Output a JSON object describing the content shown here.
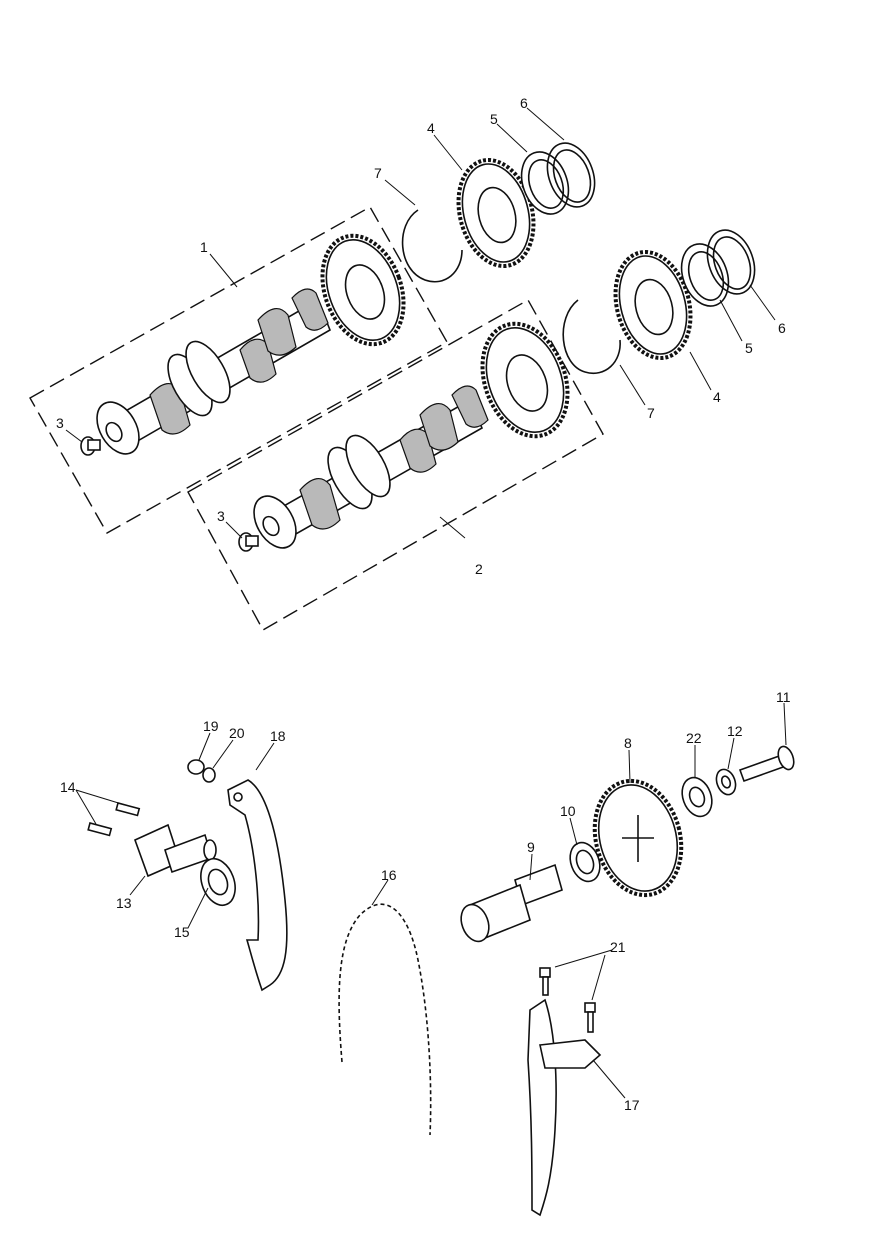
{
  "diagram": {
    "callouts": [
      {
        "id": "c1",
        "text": "1"
      },
      {
        "id": "c2",
        "text": "2"
      },
      {
        "id": "c3a",
        "text": "3"
      },
      {
        "id": "c3b",
        "text": "3"
      },
      {
        "id": "c4a",
        "text": "4"
      },
      {
        "id": "c4b",
        "text": "4"
      },
      {
        "id": "c5a",
        "text": "5"
      },
      {
        "id": "c5b",
        "text": "5"
      },
      {
        "id": "c6a",
        "text": "6"
      },
      {
        "id": "c6b",
        "text": "6"
      },
      {
        "id": "c7a",
        "text": "7"
      },
      {
        "id": "c7b",
        "text": "7"
      },
      {
        "id": "c8",
        "text": "8"
      },
      {
        "id": "c9",
        "text": "9"
      },
      {
        "id": "c10",
        "text": "10"
      },
      {
        "id": "c11",
        "text": "11"
      },
      {
        "id": "c12",
        "text": "12"
      },
      {
        "id": "c13",
        "text": "13"
      },
      {
        "id": "c14",
        "text": "14"
      },
      {
        "id": "c15",
        "text": "15"
      },
      {
        "id": "c16",
        "text": "16"
      },
      {
        "id": "c17",
        "text": "17"
      },
      {
        "id": "c18",
        "text": "18"
      },
      {
        "id": "c19",
        "text": "19"
      },
      {
        "id": "c20",
        "text": "20"
      },
      {
        "id": "c21",
        "text": "21"
      },
      {
        "id": "c22",
        "text": "22"
      }
    ]
  }
}
